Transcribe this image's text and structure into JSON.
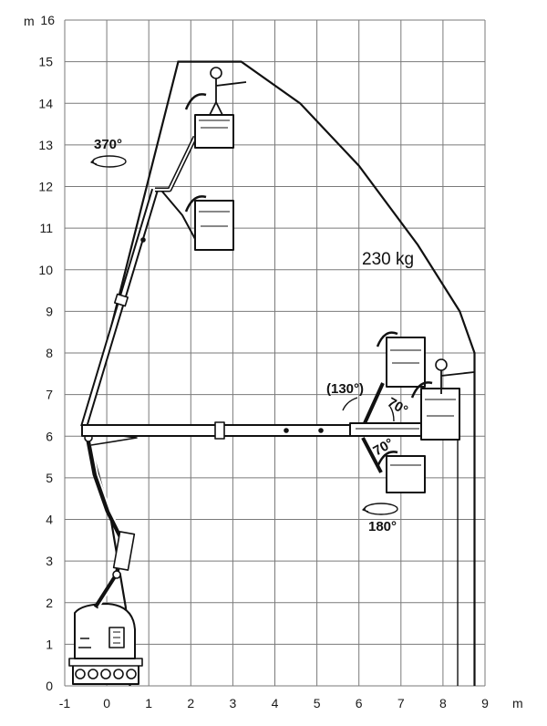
{
  "chart_data": {
    "type": "diagram",
    "x_unit": "m",
    "y_unit": "m",
    "xlim": [
      -1,
      9
    ],
    "ylim": [
      0,
      16
    ],
    "x_ticks": [
      -1,
      0,
      1,
      2,
      3,
      4,
      5,
      6,
      7,
      8,
      9
    ],
    "y_ticks": [
      0,
      1,
      2,
      3,
      4,
      5,
      6,
      7,
      8,
      9,
      10,
      11,
      12,
      13,
      14,
      15,
      16
    ],
    "grid": true,
    "envelope": [
      [
        0.55,
        0
      ],
      [
        0.55,
        0.6
      ],
      [
        0.45,
        1.9
      ],
      [
        0.1,
        4.0
      ],
      [
        -0.5,
        6.2
      ],
      [
        1.0,
        12.2
      ],
      [
        1.7,
        15.0
      ],
      [
        3.2,
        15.0
      ],
      [
        4.6,
        14.0
      ],
      [
        6.0,
        12.5
      ],
      [
        7.4,
        10.6
      ],
      [
        8.4,
        9.0
      ],
      [
        8.75,
        8.0
      ],
      [
        8.75,
        0
      ]
    ],
    "rotation_turret": "370°",
    "rotation_jib": "180°",
    "jib_angle": "(130°)",
    "basket_angle_upper": "70°",
    "basket_angle_lower": "70°",
    "load": "230 kg",
    "colors": {
      "grid": "#7a7a7a",
      "line": "#111111",
      "background": "#ffffff"
    }
  }
}
